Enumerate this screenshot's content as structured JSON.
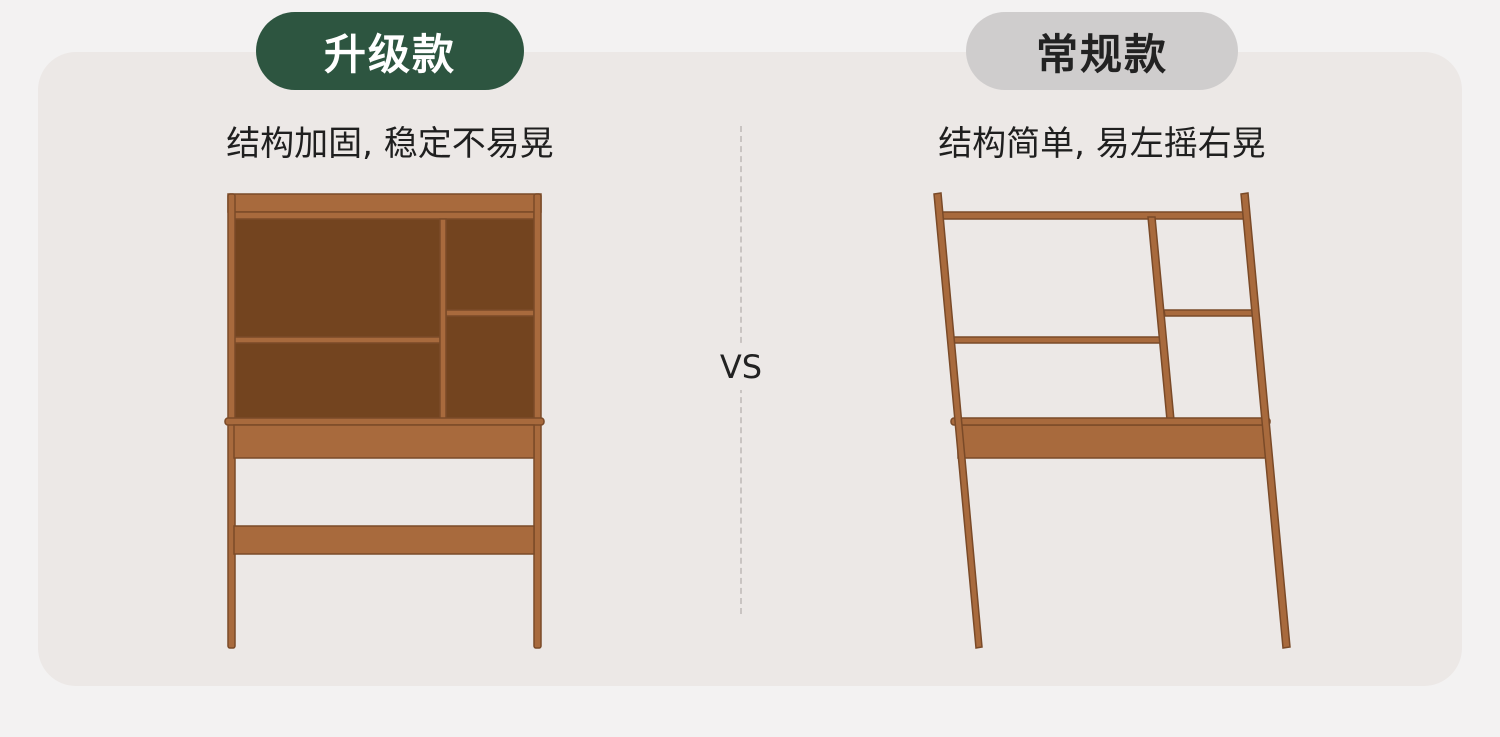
{
  "left": {
    "badge": "升级款",
    "caption": "结构加固, 稳定不易晃",
    "badge_color": "#2d5540"
  },
  "right": {
    "badge": "常规款",
    "caption": "结构简单, 易左摇右晃",
    "badge_color": "#cfcdcd"
  },
  "vs": "VS",
  "colors": {
    "wood": "#a86a3d",
    "wood_dark": "#73441f",
    "wood_edge": "#7a4a28",
    "panel": "#ece8e6"
  }
}
